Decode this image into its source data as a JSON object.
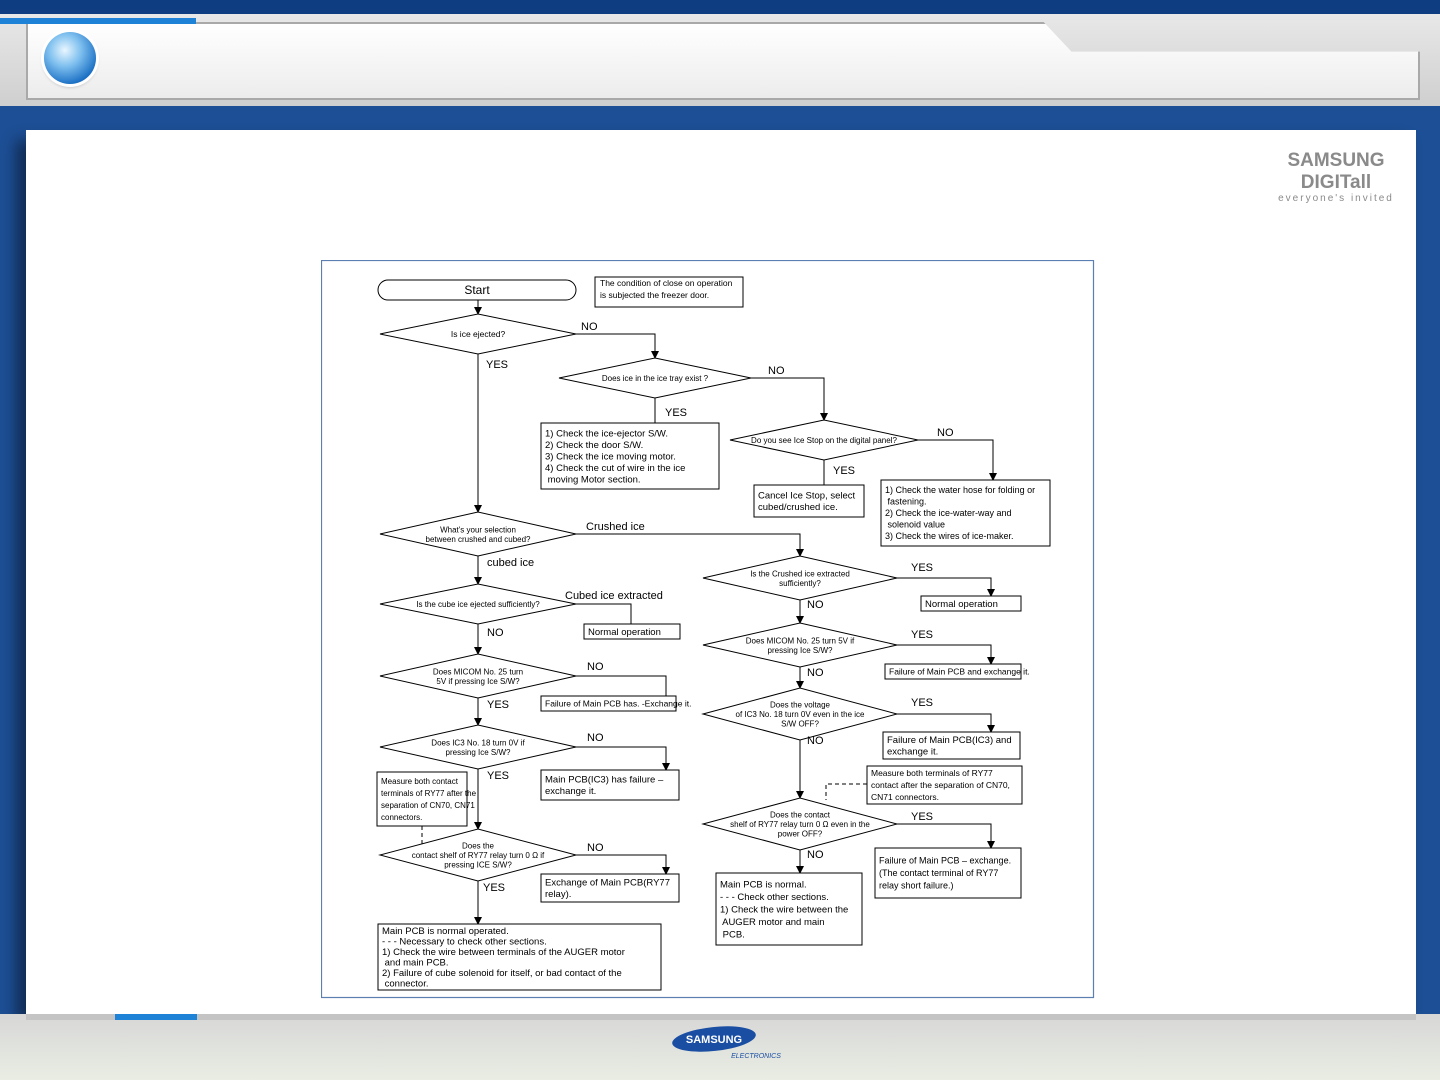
{
  "branding": {
    "header_logo_main": "SAMSUNG DIGITall",
    "header_logo_sub": "everyone's invited",
    "footer_logo_main": "SAMSUNG",
    "footer_logo_sub": "ELECTRONICS"
  },
  "flowchart": {
    "terminal": {
      "start": "Start"
    },
    "notes": {
      "condition": [
        "The condition of close on operation",
        "is subjected the freezer door."
      ]
    },
    "decisions": {
      "ice_ejected": [
        "Is ice ejected?"
      ],
      "tray_exist": [
        "Does ice in the ice tray exist ?"
      ],
      "ice_stop": [
        "Do you see Ice Stop on the digital panel?"
      ],
      "selection": [
        "What's your selection",
        "between crushed and cubed?"
      ],
      "crushed_sufficient": [
        "Is the Crushed ice extracted",
        "sufficiently?"
      ],
      "cube_sufficient": [
        "Is the cube ice ejected sufficiently?"
      ],
      "micom_left": [
        "Does MICOM No. 25 turn",
        "5V if pressing Ice S/W?"
      ],
      "micom_right": [
        "Does MICOM No. 25 turn 5V if",
        "pressing Ice S/W?"
      ],
      "voltage_ic3": [
        "Does the voltage",
        "of IC3 No. 18 turn 0V even in the ice",
        "S/W OFF?"
      ],
      "ic3_left": [
        "Does IC3 No. 18 turn 0V if",
        "pressing Ice S/W?"
      ],
      "contact_right": [
        "Does the contact",
        "shelf of RY77 relay turn 0 Ω  even in the",
        "power OFF?"
      ],
      "contact_left": [
        "Does the",
        "contact shelf of RY77 relay turn 0 Ω if",
        "pressing ICE S/W?"
      ]
    },
    "boxes": {
      "check_ejector": [
        "1) Check the ice-ejector S/W.",
        "2) Check the door S/W.",
        "3) Check the ice moving motor.",
        "4) Check the cut of wire in the ice",
        "    moving Motor section."
      ],
      "cancel_ice_stop": [
        "Cancel Ice Stop, select",
        "cubed/crushed ice."
      ],
      "check_water": [
        "1) Check the water hose for folding or",
        "    fastening.",
        "2) Check the ice-water-way and",
        "    solenoid value",
        "3) Check the wires of ice-maker."
      ],
      "normal_right": [
        "Normal operation"
      ],
      "normal_left": [
        "Normal operation"
      ],
      "fail_main_right": [
        "Failure of Main PCB and exchange it."
      ],
      "fail_main_left": [
        "Failure of Main PCB has. -Exchange it."
      ],
      "fail_ic3_right": [
        "Failure of Main PCB(IC3) and",
        "exchange it."
      ],
      "main_ic3_left": [
        "Main PCB(IC3) has failure –",
        "exchange it."
      ],
      "measure_right": [
        "Measure both terminals of RY77",
        "contact after the separation of CN70,",
        "CN71 connectors."
      ],
      "measure_left": [
        "Measure both contact",
        "terminals of RY77 after the",
        "separation of CN70, CN71",
        "connectors."
      ],
      "fail_contact_right": [
        "Failure of Main PCB – exchange.",
        "(The contact terminal of RY77",
        "relay short failure.)"
      ],
      "exchange_left": [
        "Exchange of Main PCB(RY77",
        "relay)."
      ],
      "normal_pcb_right": [
        "Main PCB is normal.",
        "- - - Check other sections.",
        "1) Check the wire between the",
        "    AUGER motor and main",
        "    PCB."
      ],
      "normal_pcb_left": [
        "Main PCB is normal operated.",
        "- - - Necessary to check other sections.",
        "1) Check the wire between terminals of the AUGER motor",
        "    and main PCB.",
        "2) Failure of cube solenoid for itself, or bad contact of the",
        "    connector."
      ]
    },
    "labels": {
      "yes": "YES",
      "no": "NO",
      "crushed_ice": "Crushed ice",
      "cubed_ice": "cubed ice",
      "cubed_ice_extracted": "Cubed ice extracted"
    }
  }
}
